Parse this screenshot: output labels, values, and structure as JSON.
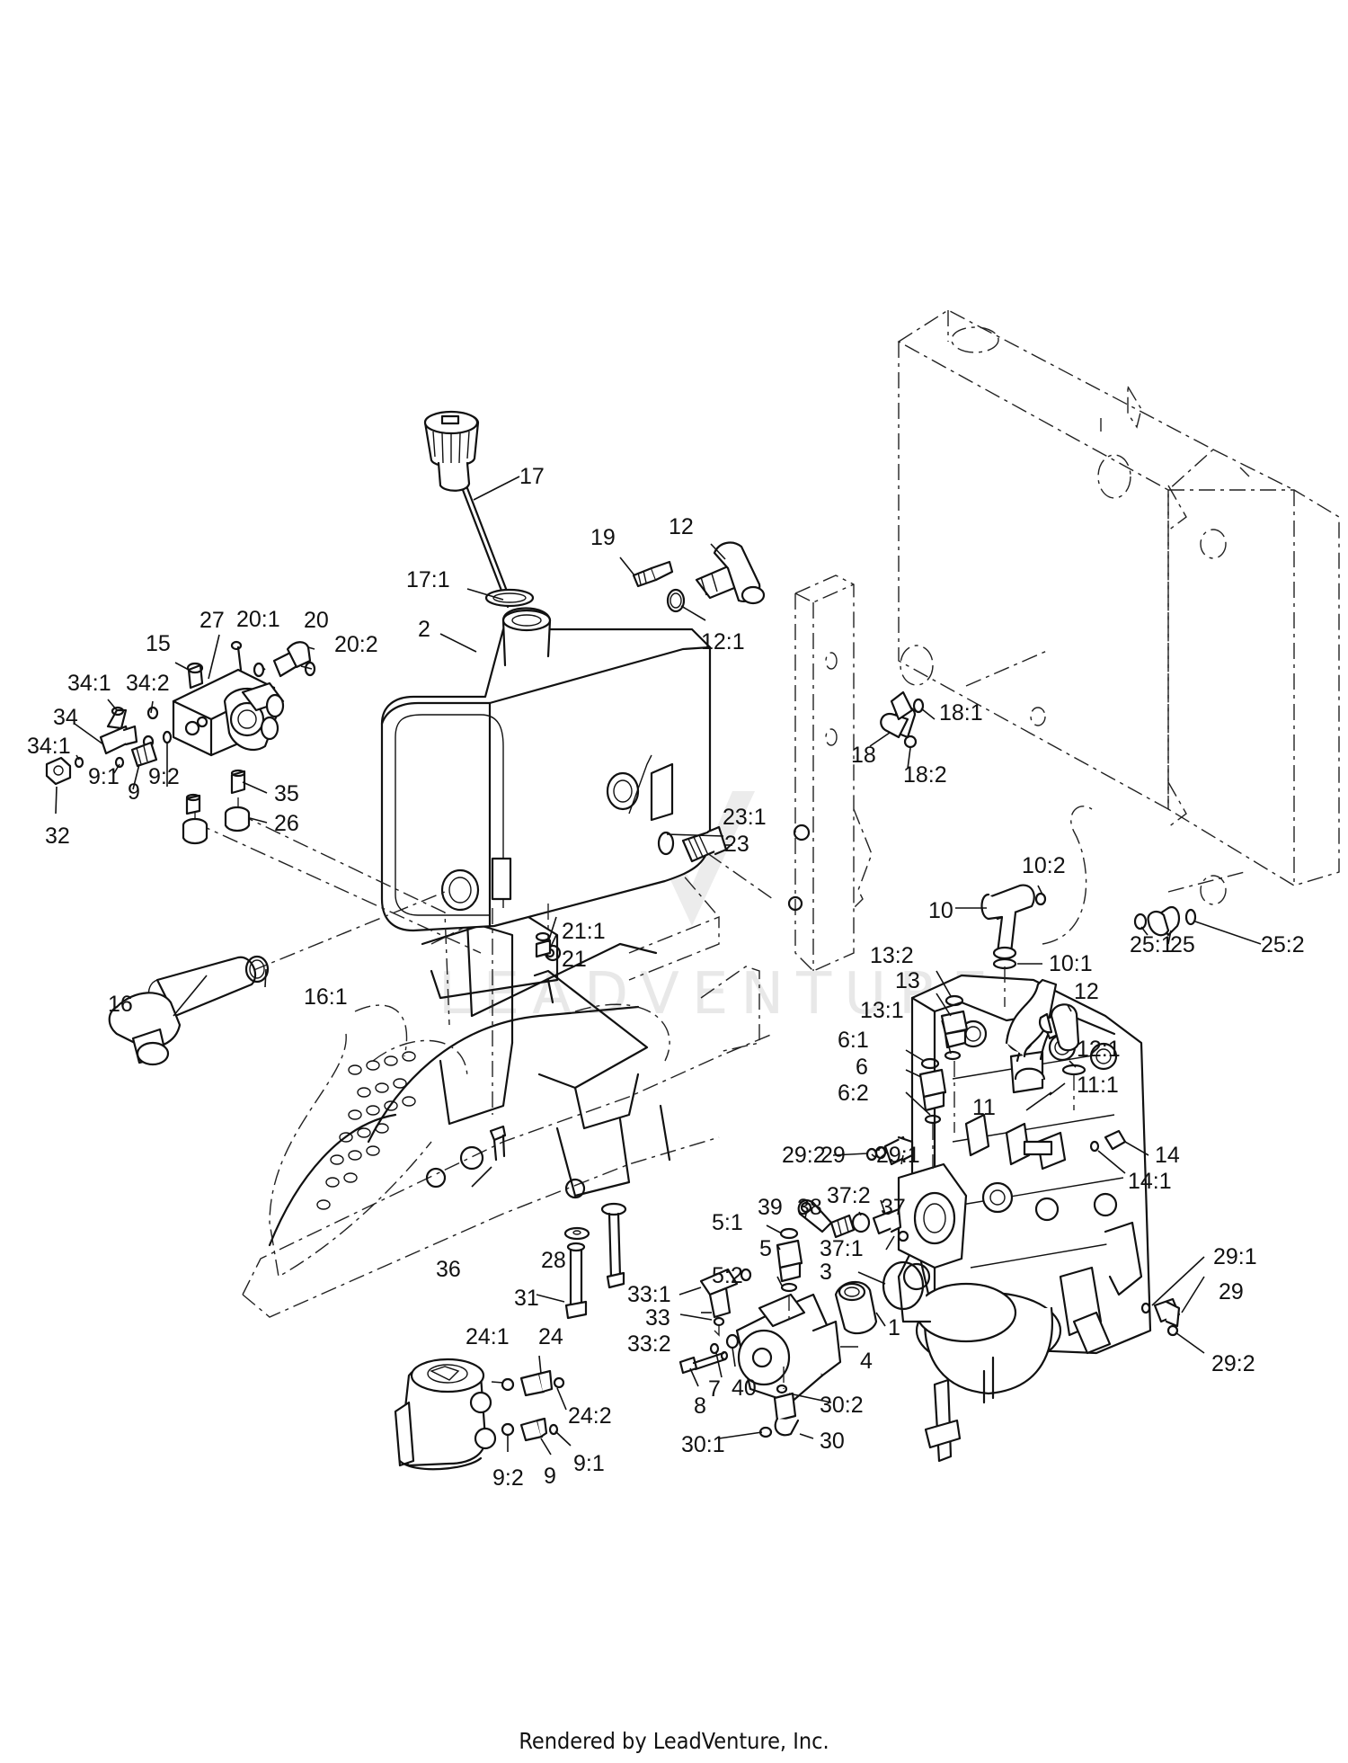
{
  "watermark": "LEADVENTURE",
  "credit": "Rendered by LeadVenture, Inc.",
  "callouts": [
    "17",
    "12",
    "19",
    "17:1",
    "12:1",
    "27",
    "20:1",
    "20",
    "15",
    "2",
    "20:2",
    "34:1",
    "34:2",
    "34",
    "34:1",
    "9:1",
    "9",
    "9:2",
    "32",
    "35",
    "26",
    "18:1",
    "18",
    "18:2",
    "23:1",
    "23",
    "21:1",
    "21",
    "10:2",
    "10",
    "25:1",
    "25",
    "25:2",
    "10:1",
    "13:2",
    "13",
    "13:1",
    "12",
    "6:1",
    "6",
    "12:1",
    "6:2",
    "11:1",
    "11",
    "16",
    "16:1",
    "29",
    "29:1",
    "29:2",
    "14",
    "14:1",
    "39",
    "38",
    "37:2",
    "37",
    "5:1",
    "5",
    "37:1",
    "5:2",
    "3",
    "36",
    "28",
    "33:1",
    "33",
    "31",
    "1",
    "33:2",
    "4",
    "29:1",
    "29",
    "29:2",
    "24:1",
    "24",
    "8",
    "7",
    "40",
    "30:2",
    "24:2",
    "30:1",
    "30",
    "9:2",
    "9",
    "9:1"
  ]
}
